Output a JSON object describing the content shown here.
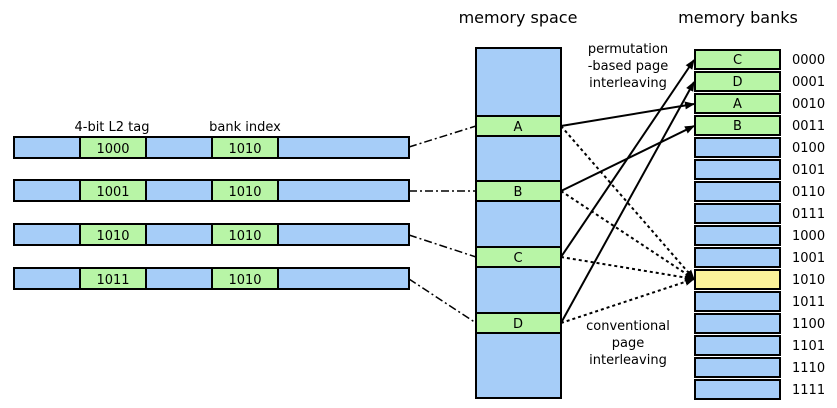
{
  "headers": {
    "memory_space": "memory space",
    "memory_banks": "memory banks"
  },
  "address_labels": {
    "tag": "4-bit L2 tag",
    "bank_index": "bank index"
  },
  "addresses": [
    {
      "tag": "1000",
      "bank": "1010"
    },
    {
      "tag": "1001",
      "bank": "1010"
    },
    {
      "tag": "1010",
      "bank": "1010"
    },
    {
      "tag": "1011",
      "bank": "1010"
    }
  ],
  "memory_space_pages": [
    "A",
    "B",
    "C",
    "D"
  ],
  "banks": [
    "0000",
    "0001",
    "0010",
    "0011",
    "0100",
    "0101",
    "0110",
    "0111",
    "1000",
    "1001",
    "1010",
    "1011",
    "1100",
    "1101",
    "1110",
    "1111"
  ],
  "bank_contents": [
    "C",
    "D",
    "A",
    "B"
  ],
  "annotations": {
    "permutation": [
      "permutation",
      "-based page",
      "interleaving"
    ],
    "conventional": [
      "conventional",
      "page",
      "interleaving"
    ]
  },
  "colors": {
    "field": "#a6cdf8",
    "highlight": "#b8f5a6",
    "conflict_bank": "#fbf39a"
  }
}
